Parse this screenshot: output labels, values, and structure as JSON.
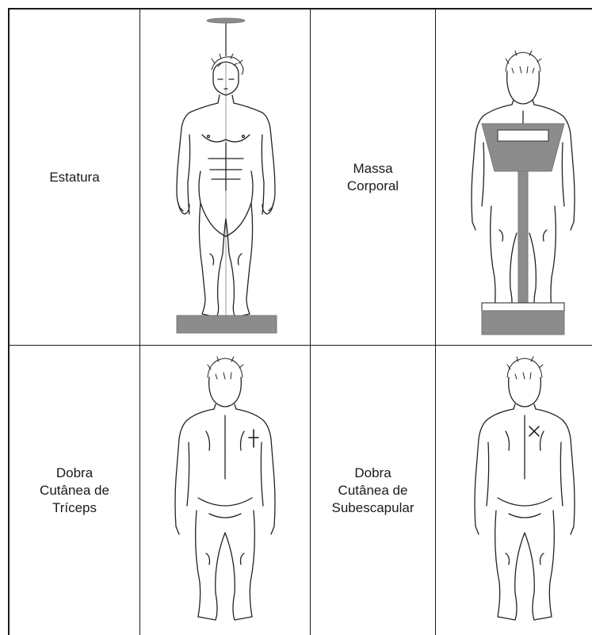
{
  "table": {
    "rows": [
      {
        "cells": [
          {
            "label_lines": [
              "Estatura"
            ],
            "figure": "standing-front-stadiometer-illustration"
          },
          {
            "label_lines": [
              "Massa",
              "Corporal"
            ],
            "figure": "standing-back-scale-illustration"
          }
        ]
      },
      {
        "cells": [
          {
            "label_lines": [
              "Dobra",
              "Cutânea de",
              "Tríceps"
            ],
            "figure": "standing-back-triceps-mark-illustration"
          },
          {
            "label_lines": [
              "Dobra",
              "Cutânea de",
              "Subescapular"
            ],
            "figure": "standing-back-subscapular-mark-illustration"
          }
        ]
      }
    ]
  },
  "colors": {
    "border": "#1a1a1a",
    "equipment_gray": "#8c8c8c",
    "background": "#ffffff"
  }
}
